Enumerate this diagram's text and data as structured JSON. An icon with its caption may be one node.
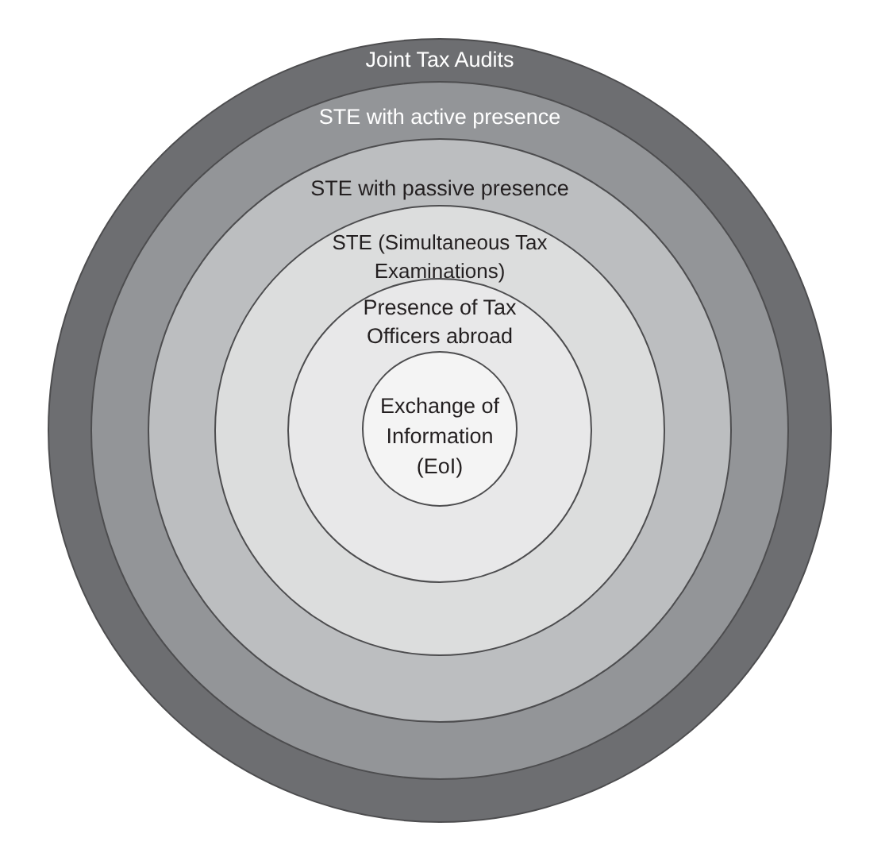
{
  "diagram": {
    "nodes": [
      {
        "text": [
          "Joint Tax Audits"
        ]
      },
      {
        "text": [
          "STE with active presence"
        ],
        "in": 0
      },
      {
        "text": [
          "STE with passive presence"
        ],
        "in": 1
      },
      {
        "text": [
          "STE (Simultaneous Tax Examinations)"
        ],
        "in": 2
      },
      {
        "text": [
          "Presence of Tax Officers abroad"
        ],
        "in": 3
      },
      {
        "text": [
          "Exchange of Information (EoI)"
        ],
        "in": 4
      }
    ]
  }
}
